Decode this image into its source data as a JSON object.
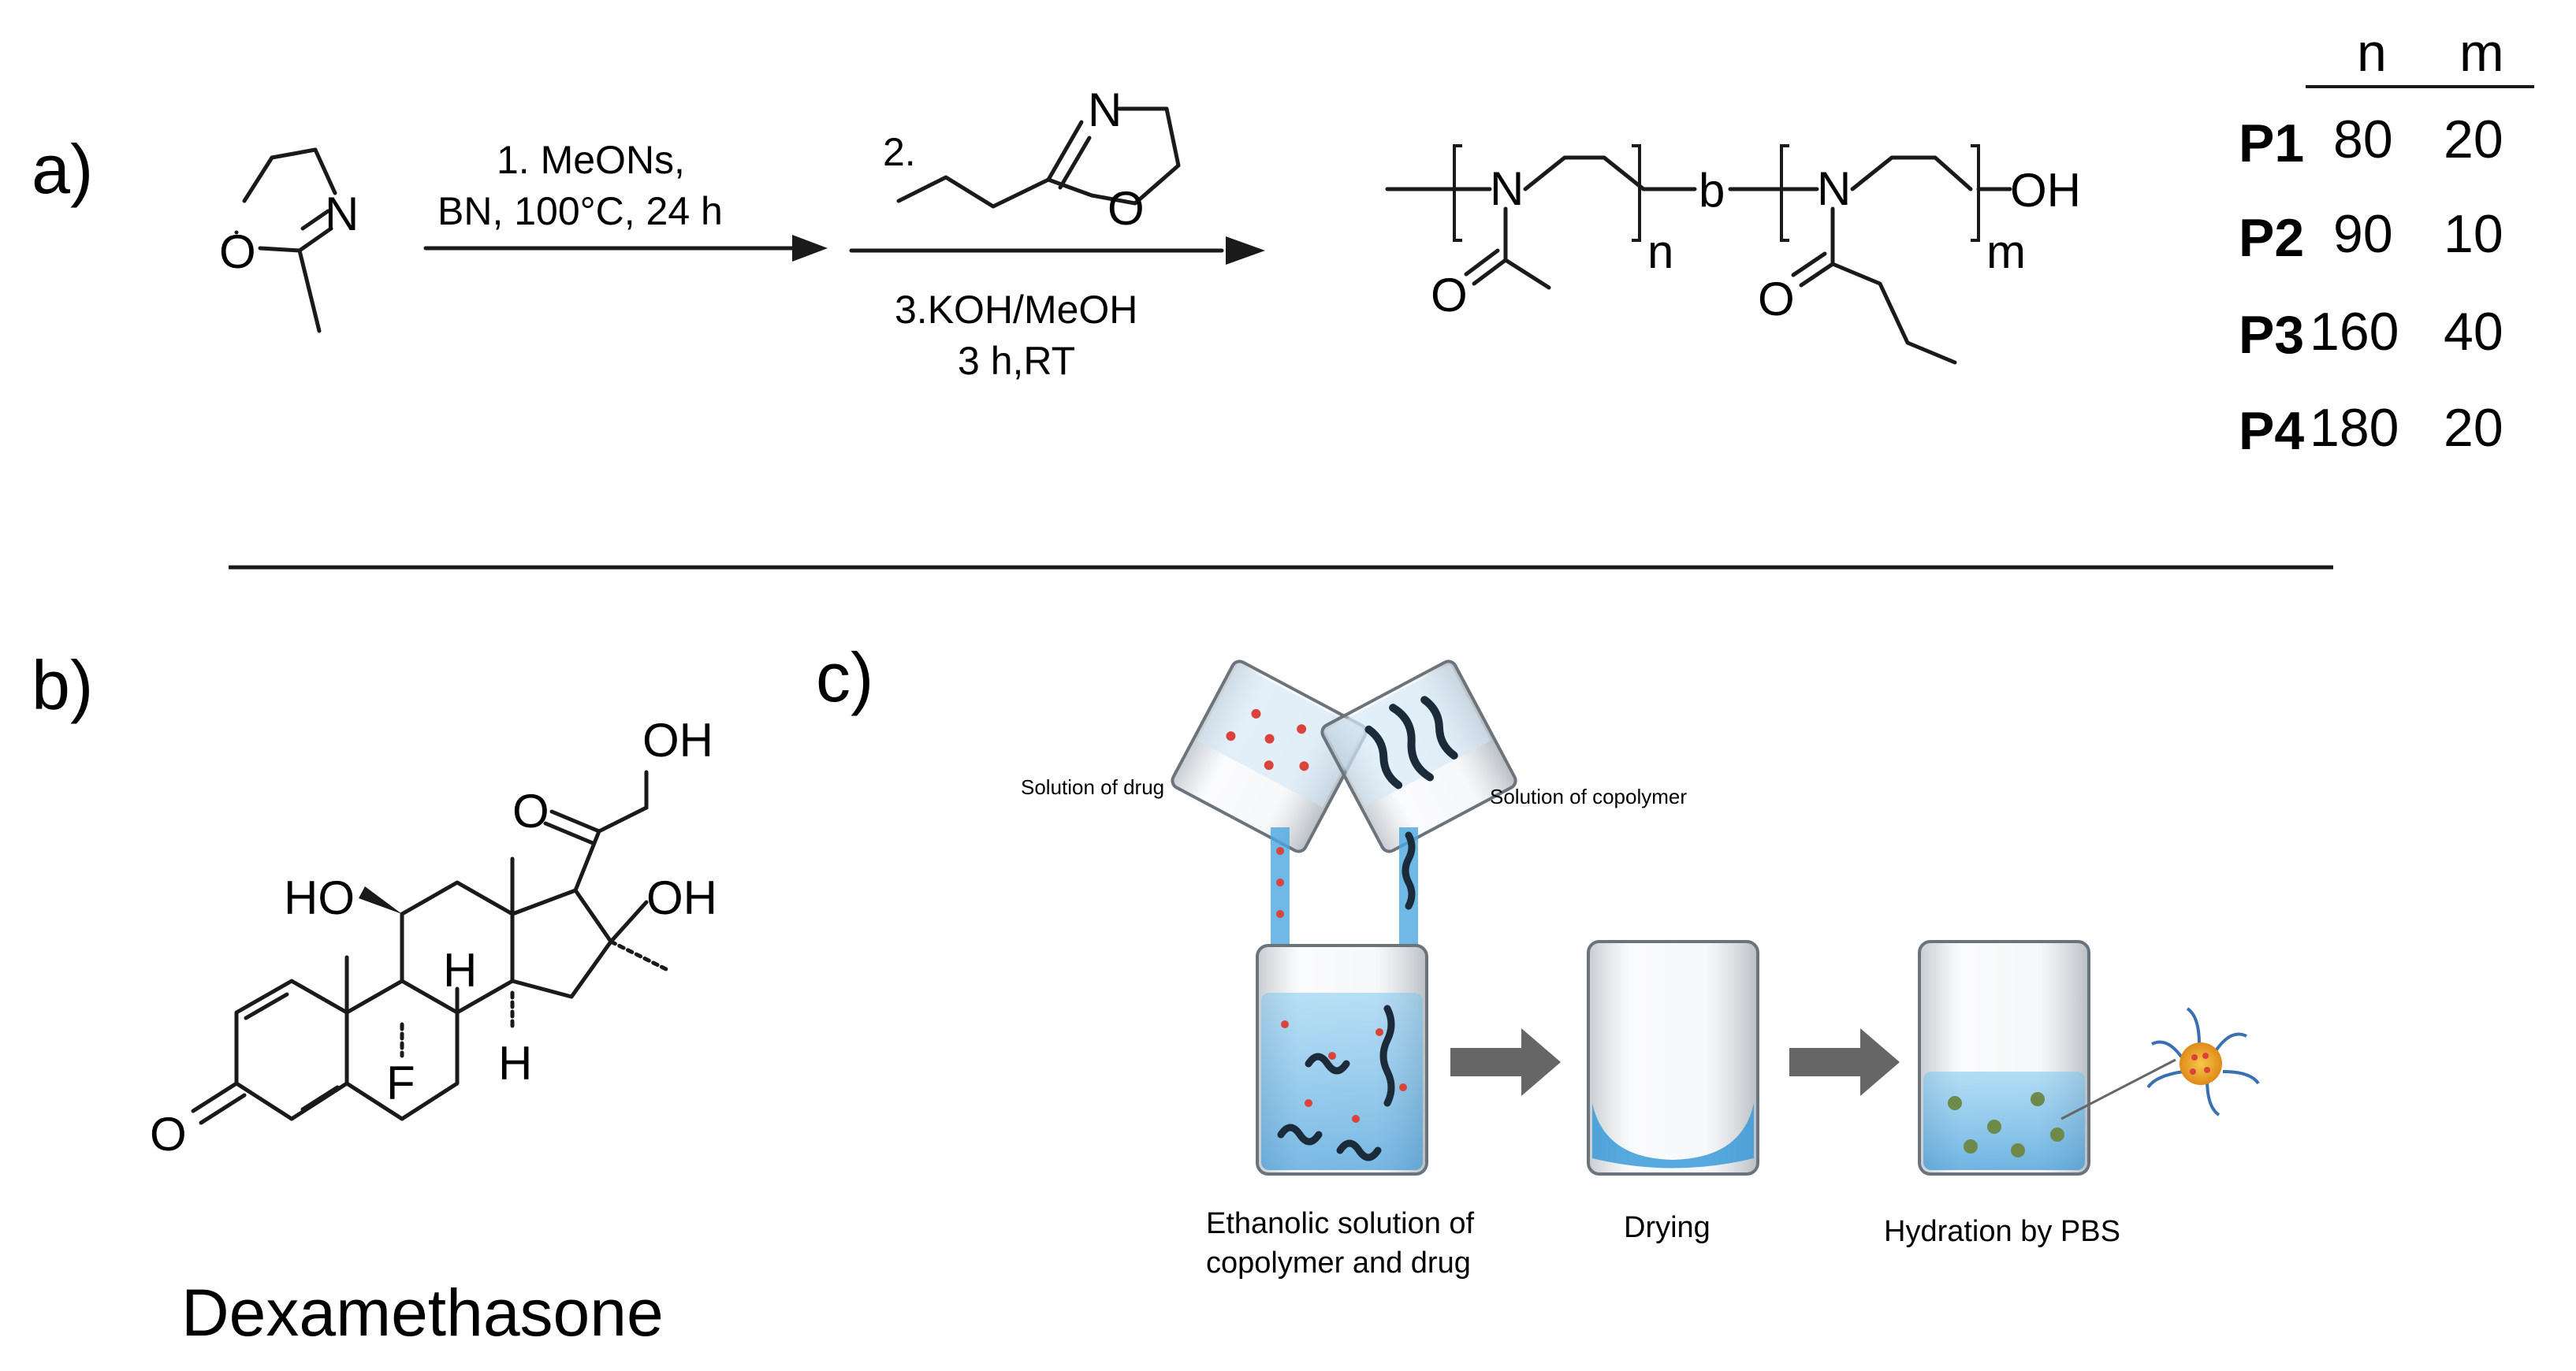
{
  "panel_a": {
    "label": "a)",
    "reagent_2_methyl_oxazoline": {
      "O": "O",
      "N": "N"
    },
    "step1_line1": "1. MeONs,",
    "step1_line2": "BN, 100°C, 24 h",
    "step2_label": "2.",
    "reagent_2_propyl_oxazoline": {
      "N": "N",
      "O": "O"
    },
    "step3_line1": "3.KOH/MeOH",
    "step3_line2": "3 h,RT",
    "polymer": {
      "N1": "N",
      "O1": "O",
      "n": "n",
      "b": "b",
      "N2": "N",
      "O2": "O",
      "m": "m",
      "end": "OH"
    },
    "table": {
      "headers": [
        "n",
        "m"
      ],
      "rows": [
        {
          "name": "P1",
          "n": "80",
          "m": "20"
        },
        {
          "name": "P2",
          "n": "90",
          "m": "10"
        },
        {
          "name": "P3",
          "n": "160",
          "m": "40"
        },
        {
          "name": "P4",
          "n": "180",
          "m": "20"
        }
      ]
    }
  },
  "panel_b": {
    "label": "b)",
    "atoms": {
      "OH_top": "OH",
      "O_keto": "O",
      "OH_17": "OH",
      "HO_11": "HO",
      "H_8": "H",
      "F": "F",
      "H_14": "H",
      "O_3": "O"
    },
    "compound_name": "Dexamethasone"
  },
  "panel_c": {
    "label": "c)",
    "drug_solution": "Solution of drug",
    "copolymer_solution": "Solution of copolymer",
    "step1_line1": "Ethanolic solution of",
    "step1_line2": "copolymer and drug",
    "step2": "Drying",
    "step3": "Hydration by PBS",
    "colors": {
      "solution_blue": "#4aa8e0",
      "drug_red": "#d9433a",
      "polymer_dark": "#1c2b3a",
      "arrow_gray": "#666666",
      "micelle_core": "#f2b020"
    }
  }
}
